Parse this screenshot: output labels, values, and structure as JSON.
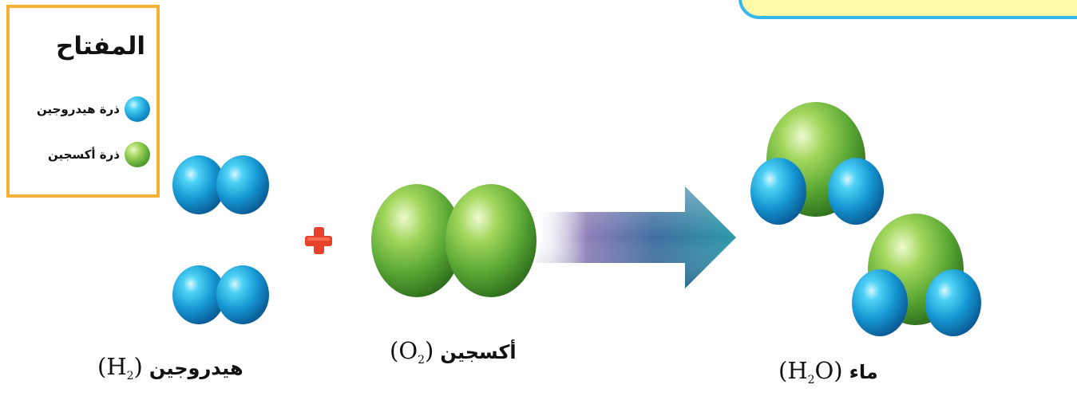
{
  "legend": {
    "title": "المفتاح",
    "items": [
      {
        "label": "ذرة هيدروجين",
        "atom": "hydrogen",
        "color": "#1596d2"
      },
      {
        "label": "ذرة أكسجين",
        "atom": "oxygen",
        "color": "#58a533"
      }
    ]
  },
  "reactants": [
    {
      "name": "هيدروجين",
      "formula_open": "(H",
      "formula_sub": "2",
      "formula_close": ")"
    },
    {
      "name": "أكسجين",
      "formula_open": "(O",
      "formula_sub": "2",
      "formula_close": ")"
    }
  ],
  "product": {
    "name": "ماء",
    "formula_open": "(H",
    "formula_sub": "2",
    "formula_close": "O)"
  },
  "colors": {
    "hydrogen": "#1596d2",
    "oxygen": "#58a533",
    "plus": "#e8432a",
    "arrow": "#2f6f8f",
    "key_border": "#f5b03a",
    "callout_border": "#36b7e8",
    "callout_fill": "#fff9a8"
  }
}
